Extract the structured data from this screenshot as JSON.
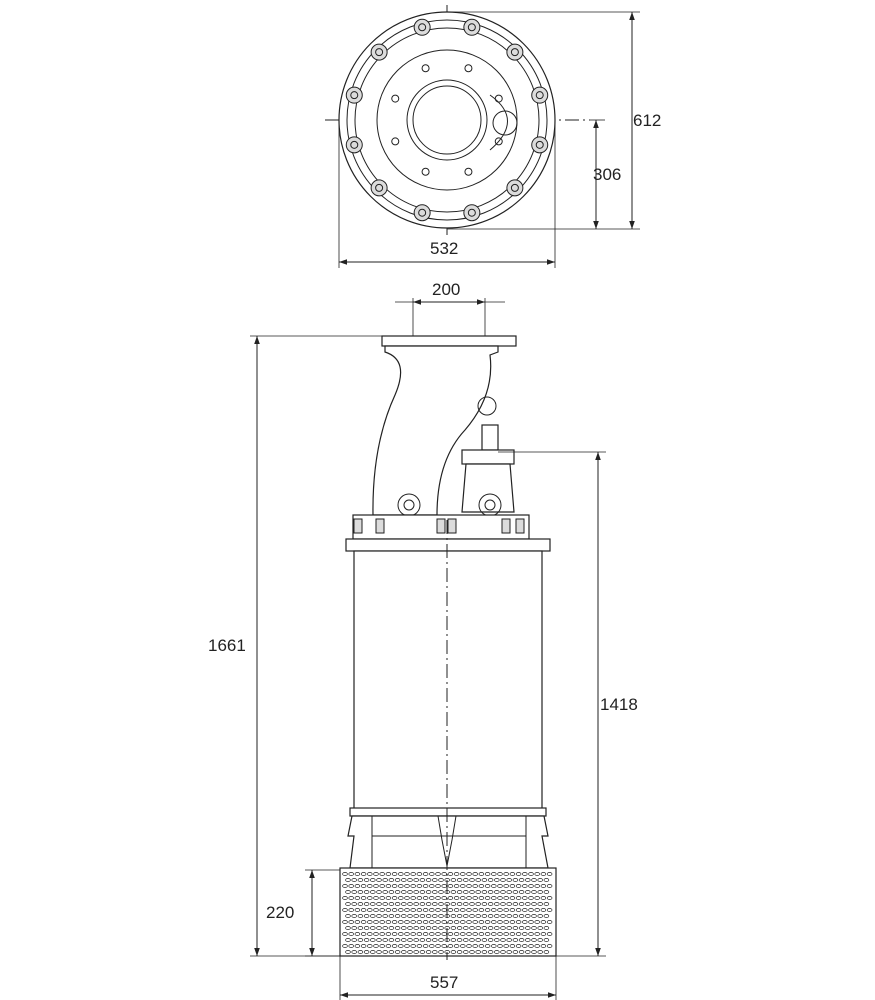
{
  "dimensions": {
    "top_height": "612",
    "top_half_height": "306",
    "top_width": "532",
    "outlet_width": "200",
    "overall_height": "1661",
    "body_height": "1418",
    "strainer_height": "220",
    "bottom_width": "557"
  },
  "colors": {
    "line": "#222222",
    "background": "#ffffff"
  }
}
